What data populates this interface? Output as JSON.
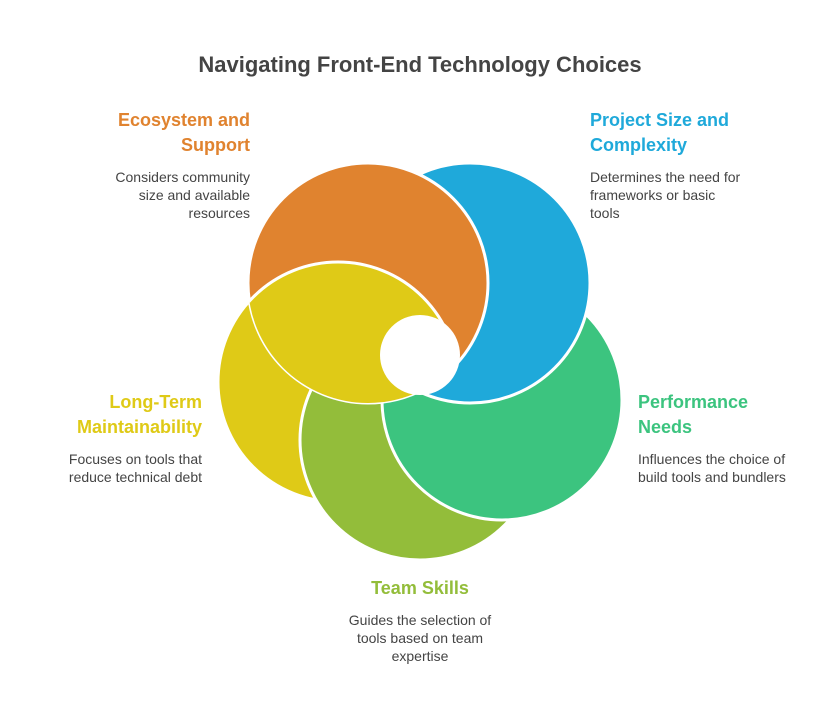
{
  "title": "Navigating Front-End Technology Choices",
  "colors": {
    "orange": "#E0832F",
    "blue": "#1FA9DA",
    "green": "#3CC47F",
    "lime": "#93BD3A",
    "yellow": "#DFCA17"
  },
  "items": [
    {
      "title_l1": "Ecosystem and",
      "title_l2": "Support",
      "desc_l1": "Considers community",
      "desc_l2": "size and available",
      "desc_l3": "resources"
    },
    {
      "title_l1": "Project Size and",
      "title_l2": "Complexity",
      "desc_l1": "Determines the need for",
      "desc_l2": "frameworks or basic",
      "desc_l3": "tools"
    },
    {
      "title_l1": "Performance",
      "title_l2": "Needs",
      "desc_l1": "Influences the choice of",
      "desc_l2": "build tools and bundlers"
    },
    {
      "title_l1": "Team Skills",
      "desc_l1": "Guides the selection of",
      "desc_l2": "tools based on team",
      "desc_l3": "expertise"
    },
    {
      "title_l1": "Long-Term",
      "title_l2": "Maintainability",
      "desc_l1": "Focuses on tools that",
      "desc_l2": "reduce technical debt"
    }
  ]
}
